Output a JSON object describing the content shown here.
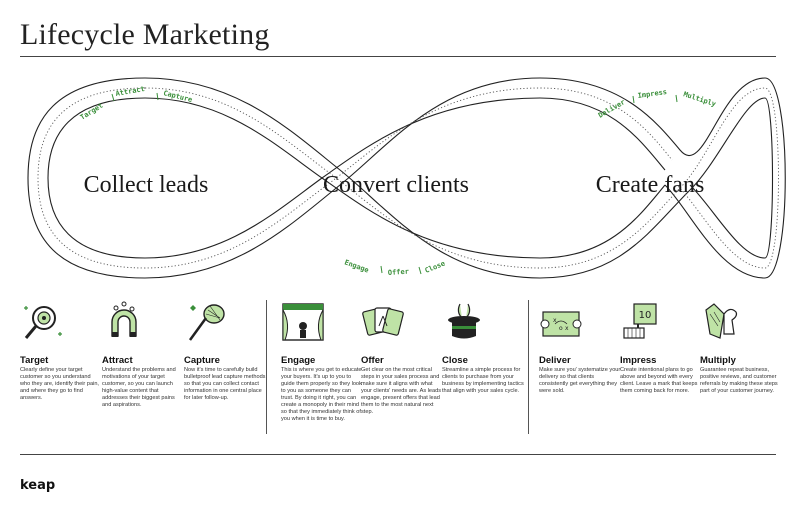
{
  "title": "Lifecycle Marketing",
  "brand": "keap",
  "colors": {
    "accent": "#3a8f3a",
    "ink": "#1a1a1a"
  },
  "loops": [
    {
      "label": "Collect leads",
      "stages": [
        "Target",
        "Attract",
        "Capture"
      ]
    },
    {
      "label": "Convert clients",
      "stages": [
        "Engage",
        "Offer",
        "Close"
      ]
    },
    {
      "label": "Create fans",
      "stages": [
        "Deliver",
        "Impress",
        "Multiply"
      ]
    }
  ],
  "steps": [
    {
      "name": "Target",
      "icon": "magnifier-target-icon",
      "text": "Clearly define your target customer so you understand who they are, identify their pain, and where they go to find answers."
    },
    {
      "name": "Attract",
      "icon": "magnet-icon",
      "text": "Understand the problems and motivations of your target customer, so you can launch high-value content that addresses their biggest pains and aspirations."
    },
    {
      "name": "Capture",
      "icon": "butterfly-net-icon",
      "text": "Now it's time to carefully build bulletproof lead capture methods so that you can collect contact information in one central place for later follow-up."
    },
    {
      "name": "Engage",
      "icon": "stage-curtain-icon",
      "text": "This is where you get to educate your buyers. It's up to you to guide them properly so they look to you as someone they can trust. By doing it right, you can create a monopoly in their mind so that they immediately think of you when it is time to buy."
    },
    {
      "name": "Offer",
      "icon": "playing-cards-icon",
      "text": "Get clear on the most critical steps in your sales process and make sure it aligns with what your clients' needs are. As leads engage, present offers that lead them to the most natural next step."
    },
    {
      "name": "Close",
      "icon": "magic-hat-icon",
      "text": "Streamline a simple process for clients to purchase from your business by implementing tactics that align with your sales cycle."
    },
    {
      "name": "Deliver",
      "icon": "playbook-map-icon",
      "text": "Make sure you' systematize your delivery so that clients consistently get everything they were sold."
    },
    {
      "name": "Impress",
      "icon": "score-card-icon",
      "text": "Create intentional plans to go above and beyond with every client. Leave a mark that keeps them coming back for more."
    },
    {
      "name": "Multiply",
      "icon": "foam-finger-icon",
      "text": "Guarantee repeat business, positive reviews, and customer referrals by making these steps part of your customer journey."
    }
  ]
}
